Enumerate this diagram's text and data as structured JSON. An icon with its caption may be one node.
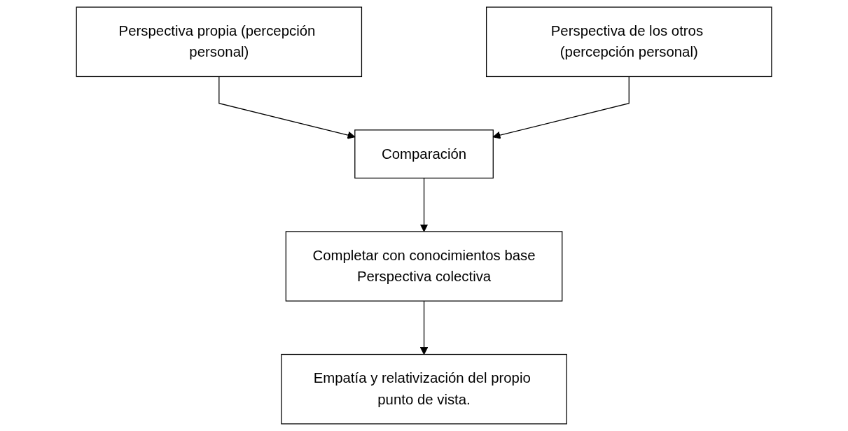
{
  "diagram": {
    "nodes": [
      {
        "text": [
          "Perspectiva propia (percepción personal)"
        ]
      },
      {
        "text": [
          "Perspectiva de los otros (percepción personal)"
        ]
      },
      {
        "text": [
          "Comparación"
        ]
      },
      {
        "text": [
          "Completar con conocimientos base",
          "Perspectiva colectiva"
        ]
      },
      {
        "text": [
          "Empatía y relativización del propio punto de vista."
        ]
      }
    ],
    "edges": [
      {
        "from": 0,
        "to": 2,
        "arrow": "to"
      },
      {
        "from": 1,
        "to": 2,
        "arrow": "to"
      },
      {
        "from": 2,
        "to": 3,
        "arrow": "to"
      },
      {
        "from": 3,
        "to": 4,
        "arrow": "to"
      }
    ]
  }
}
